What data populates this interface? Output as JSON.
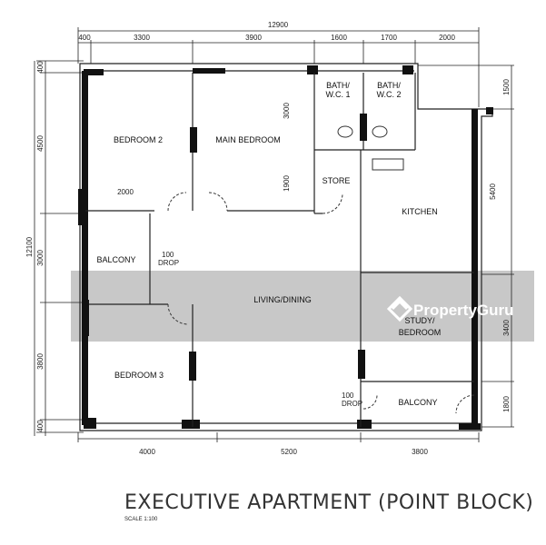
{
  "rooms": {
    "bedroom2": "BEDROOM 2",
    "main_bedroom": "MAIN BEDROOM",
    "bath1_a": "BATH/",
    "bath1_b": "W.C. 1",
    "bath2_a": "BATH/",
    "bath2_b": "W.C. 2",
    "store": "STORE",
    "kitchen": "KITCHEN",
    "balcony_left": "BALCONY",
    "living": "LIVING/DINING",
    "study_a": "STUDY/",
    "study_b": "BEDROOM",
    "bedroom3": "BEDROOM 3",
    "balcony_right": "BALCONY",
    "drop1_a": "100",
    "drop1_b": "DROP",
    "drop2_a": "100",
    "drop2_b": "DROP"
  },
  "dimensions": {
    "top_total": "12900",
    "top": [
      "400",
      "3300",
      "3900",
      "1600",
      "1700",
      "2000"
    ],
    "bottom": [
      "4000",
      "5200",
      "3800"
    ],
    "left_total": "12100",
    "left": [
      "400",
      "4500",
      "3000",
      "3800",
      "400"
    ],
    "right": [
      "1500",
      "5400",
      "3400",
      "1800"
    ],
    "inner_3000": "3000",
    "inner_1900": "1900",
    "inner_2000": "2000"
  },
  "title": "EXECUTIVE APARTMENT (POINT BLOCK)",
  "scale": "SCALE 1:100",
  "watermark": "PropertyGuru"
}
